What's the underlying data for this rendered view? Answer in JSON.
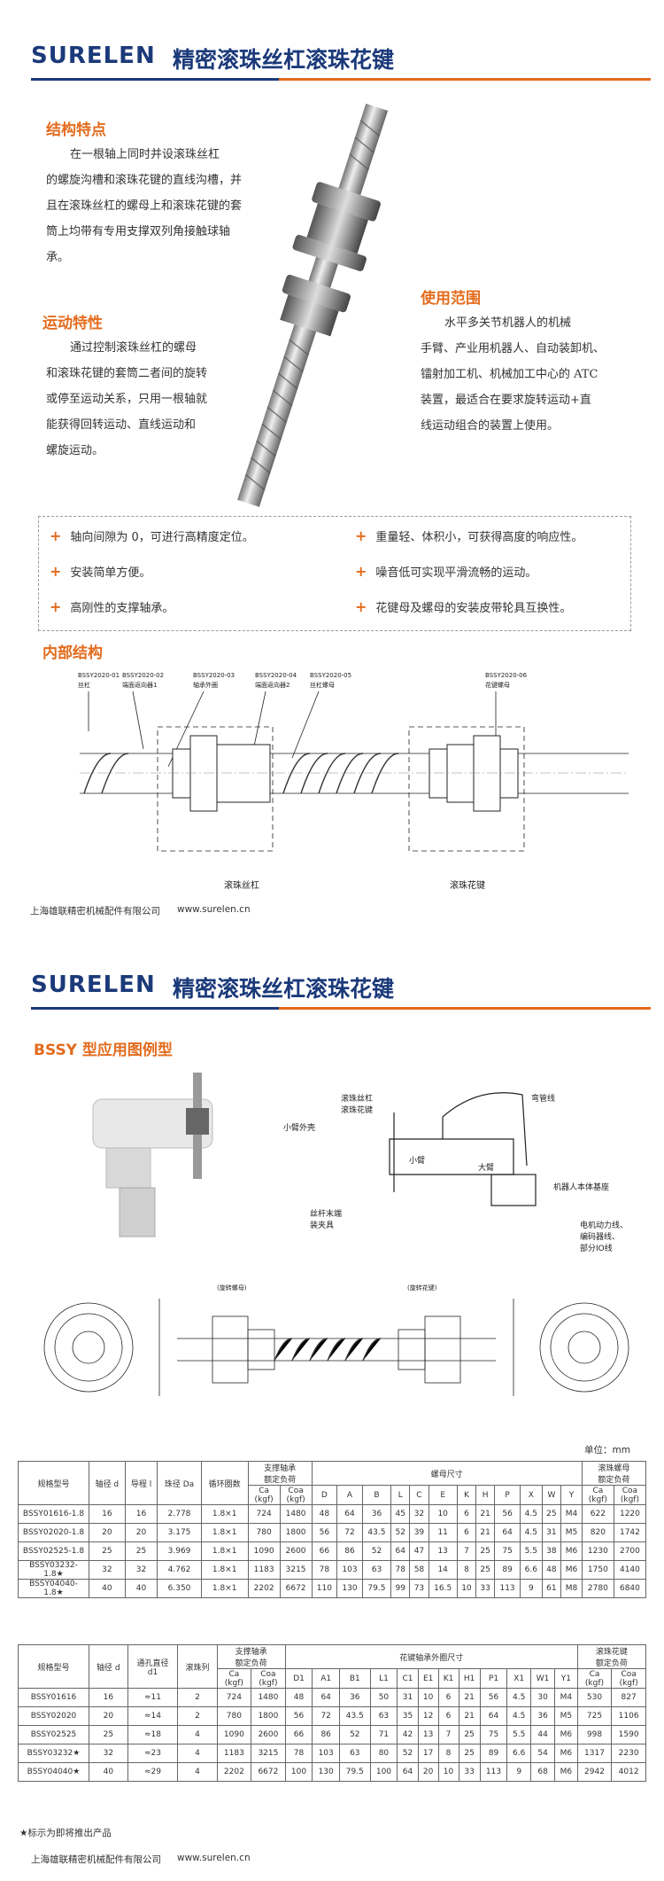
{
  "brand": "SURELEN",
  "title": "精密滚珠丝杠滚珠花键",
  "page1": {
    "structure_title": "结构特点",
    "structure_lines": [
      "在一根轴上同时并设滚珠丝杠",
      "的螺旋沟槽和滚珠花键的直线沟槽，并",
      "且在滚珠丝杠的螺母上和滚珠花键的套",
      "筒上均带有专用支撑双列角接触球轴",
      "承。"
    ],
    "motion_title": "运动特性",
    "motion_lines": [
      "通过控制滚珠丝杠的螺母",
      "和滚珠花键的套筒二者间的旋转",
      "或停至运动关系，只用一根轴就",
      "能获得回转运动、直线运动和",
      "螺旋运动。"
    ],
    "usage_title": "使用范围",
    "usage_lines": [
      "水平多关节机器人的机械",
      "手臂、产业用机器人、自动装卸机、",
      "镭射加工机、机械加工中心的 ATC",
      "装置，最适合在要求旋转运动+直",
      "线运动组合的装置上使用。"
    ],
    "features": [
      "轴向间隙为 0，可进行高精度定位。",
      "重量轻、体积小，可获得高度的响应性。",
      "安装简单方便。",
      "噪音低可实现平滑流畅的运动。",
      "高刚性的支撑轴承。",
      "花键母及螺母的安装皮带轮具互换性。"
    ],
    "internal_title": "内部结构",
    "parts": [
      {
        "code": "BSSY2020-01",
        "name": "丝杠"
      },
      {
        "code": "BSSY2020-02",
        "name": "端面返向器1"
      },
      {
        "code": "BSSY2020-03",
        "name": "轴承外圈"
      },
      {
        "code": "BSSY2020-04",
        "name": "端面返向器2"
      },
      {
        "code": "BSSY2020-05",
        "name": "丝杠螺母"
      },
      {
        "code": "BSSY2020-06",
        "name": "花键螺母"
      }
    ],
    "label_screw": "滚珠丝杠",
    "label_spline": "滚珠花键",
    "footer_company": "上海雄联精密机械配件有限公司",
    "footer_url": "www.surelen.cn"
  },
  "page2": {
    "app_title": "BSSY 型应用图例型",
    "robot_labels": {
      "screw_spline": "滚珠丝杠\n滚珠花键",
      "bend_line": "弯管线",
      "small_arm_shell": "小臂外壳",
      "small_arm": "小臂",
      "big_arm": "大臂",
      "base": "机器人本体基座",
      "end_fixture": "丝杆末端\n装夹具",
      "motor": "电机动力线、\n编码器线、\n部分IO线"
    },
    "drawing_labels": {
      "rot_nut_left": "(旋转螺母)",
      "rot_nut_right": "(旋转花键)"
    },
    "unit": "单位：mm",
    "table1": {
      "headers_top": [
        "规格型号",
        "轴径 d",
        "导程 l",
        "珠径 Da",
        "循环圈数",
        "支撑轴承\n额定负荷",
        "螺母尺寸",
        "滚珠螺母\n额定负荷"
      ],
      "sub": [
        "Ca\n(kgf)",
        "Coa\n(kgf)",
        "D",
        "A",
        "B",
        "L",
        "C",
        "E",
        "K",
        "H",
        "P",
        "X",
        "W",
        "Y",
        "Ca\n(kgf)",
        "Coa\n(kgf)"
      ],
      "rows": [
        [
          "BSSY01616-1.8",
          "16",
          "16",
          "2.778",
          "1.8×1",
          "724",
          "1480",
          "48",
          "64",
          "36",
          "45",
          "32",
          "10",
          "6",
          "21",
          "56",
          "4.5",
          "25",
          "M4",
          "622",
          "1220"
        ],
        [
          "BSSY02020-1.8",
          "20",
          "20",
          "3.175",
          "1.8×1",
          "780",
          "1800",
          "56",
          "72",
          "43.5",
          "52",
          "39",
          "11",
          "6",
          "21",
          "64",
          "4.5",
          "31",
          "M5",
          "820",
          "1742"
        ],
        [
          "BSSY02525-1.8",
          "25",
          "25",
          "3.969",
          "1.8×1",
          "1090",
          "2600",
          "66",
          "86",
          "52",
          "64",
          "47",
          "13",
          "7",
          "25",
          "75",
          "5.5",
          "38",
          "M6",
          "1230",
          "2700"
        ],
        [
          "BSSY03232-1.8★",
          "32",
          "32",
          "4.762",
          "1.8×1",
          "1183",
          "3215",
          "78",
          "103",
          "63",
          "78",
          "58",
          "14",
          "8",
          "25",
          "89",
          "6.6",
          "48",
          "M6",
          "1750",
          "4140"
        ],
        [
          "BSSY04040-1.8★",
          "40",
          "40",
          "6.350",
          "1.8×1",
          "2202",
          "6672",
          "110",
          "130",
          "79.5",
          "99",
          "73",
          "16.5",
          "10",
          "33",
          "113",
          "9",
          "61",
          "M8",
          "2780",
          "6840"
        ]
      ]
    },
    "table2": {
      "headers_top": [
        "规格型号",
        "轴径 d",
        "通孔直径\nd1",
        "滚珠列",
        "支撑轴承\n额定负荷",
        "花键轴承外圈尺寸",
        "滚珠花键\n额定负荷"
      ],
      "sub": [
        "Ca\n(kgf)",
        "Coa\n(kgf)",
        "D1",
        "A1",
        "B1",
        "L1",
        "C1",
        "E1",
        "K1",
        "H1",
        "P1",
        "X1",
        "W1",
        "Y1",
        "Ca\n(kgf)",
        "Coa\n(kgf)"
      ],
      "rows": [
        [
          "BSSY01616",
          "16",
          "≈11",
          "2",
          "724",
          "1480",
          "48",
          "64",
          "36",
          "50",
          "31",
          "10",
          "6",
          "21",
          "56",
          "4.5",
          "30",
          "M4",
          "530",
          "827"
        ],
        [
          "BSSY02020",
          "20",
          "≈14",
          "2",
          "780",
          "1800",
          "56",
          "72",
          "43.5",
          "63",
          "35",
          "12",
          "6",
          "21",
          "64",
          "4.5",
          "36",
          "M5",
          "725",
          "1106"
        ],
        [
          "BSSY02525",
          "25",
          "≈18",
          "4",
          "1090",
          "2600",
          "66",
          "86",
          "52",
          "71",
          "42",
          "13",
          "7",
          "25",
          "75",
          "5.5",
          "44",
          "M6",
          "998",
          "1590"
        ],
        [
          "BSSY03232★",
          "32",
          "≈23",
          "4",
          "1183",
          "3215",
          "78",
          "103",
          "63",
          "80",
          "52",
          "17",
          "8",
          "25",
          "89",
          "6.6",
          "54",
          "M6",
          "1317",
          "2230"
        ],
        [
          "BSSY04040★",
          "40",
          "≈29",
          "4",
          "2202",
          "6672",
          "100",
          "130",
          "79.5",
          "100",
          "64",
          "20",
          "10",
          "33",
          "113",
          "9",
          "68",
          "M6",
          "2942",
          "4012"
        ]
      ]
    },
    "note": "★标示为即将推出产品",
    "footer_company": "上海雄联精密机械配件有限公司",
    "footer_url": "www.surelen.cn"
  }
}
